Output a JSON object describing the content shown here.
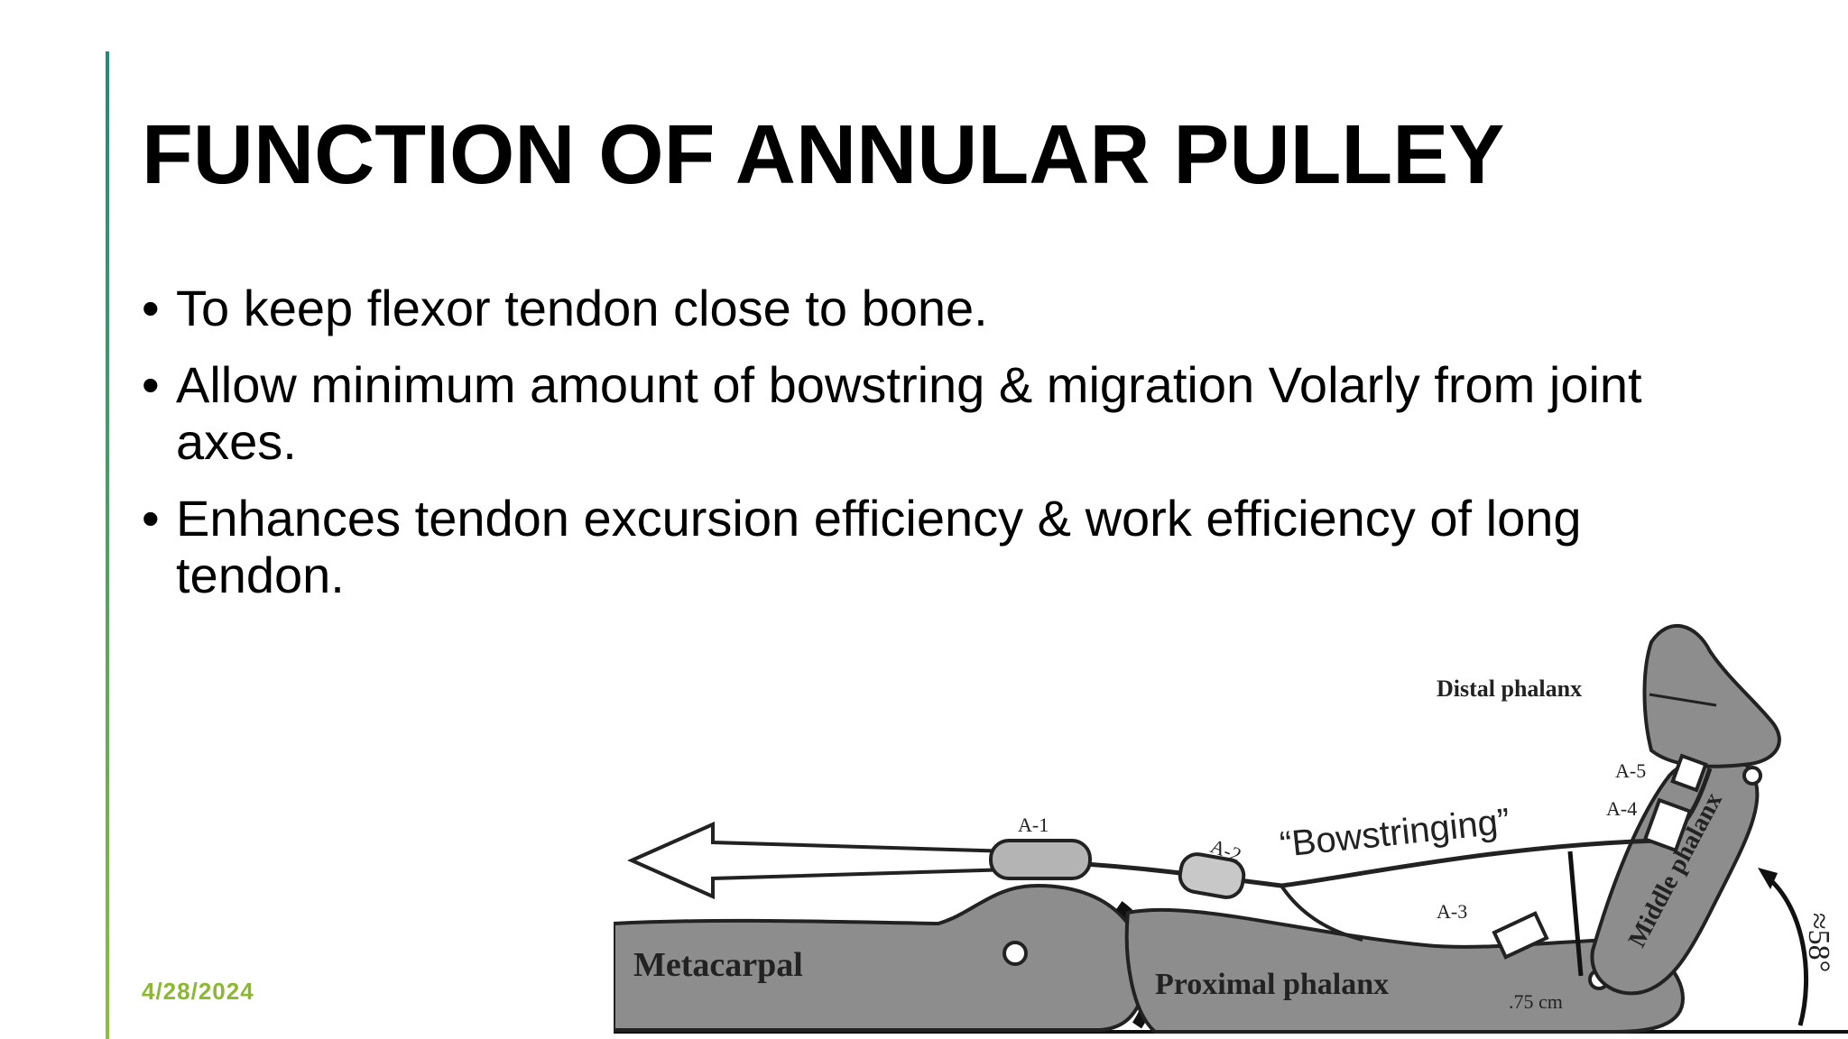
{
  "slide": {
    "title": "FUNCTION OF ANNULAR PULLEY",
    "bullets": [
      "To keep flexor tendon close to bone.",
      "Allow minimum amount of bowstring & migration Volarly from joint axes.",
      "Enhances tendon excursion efficiency & work efficiency of long tendon."
    ],
    "date": "4/28/2024",
    "accent_colors": [
      "#1f8c7a",
      "#8cc03c"
    ],
    "date_color": "#8cb832"
  },
  "figure": {
    "labels": {
      "distal_phalanx": "Distal phalanx",
      "middle_phalanx": "Middle phalanx",
      "proximal_phalanx": "Proximal phalanx",
      "metacarpal": "Metacarpal",
      "bowstringing": "“Bowstringing”",
      "a1": "A-1",
      "a2": "A-2",
      "a3": "A-3",
      "a4": "A-4",
      "a5": "A-5",
      "distance": ".75 cm",
      "angle": "≈58°"
    }
  }
}
